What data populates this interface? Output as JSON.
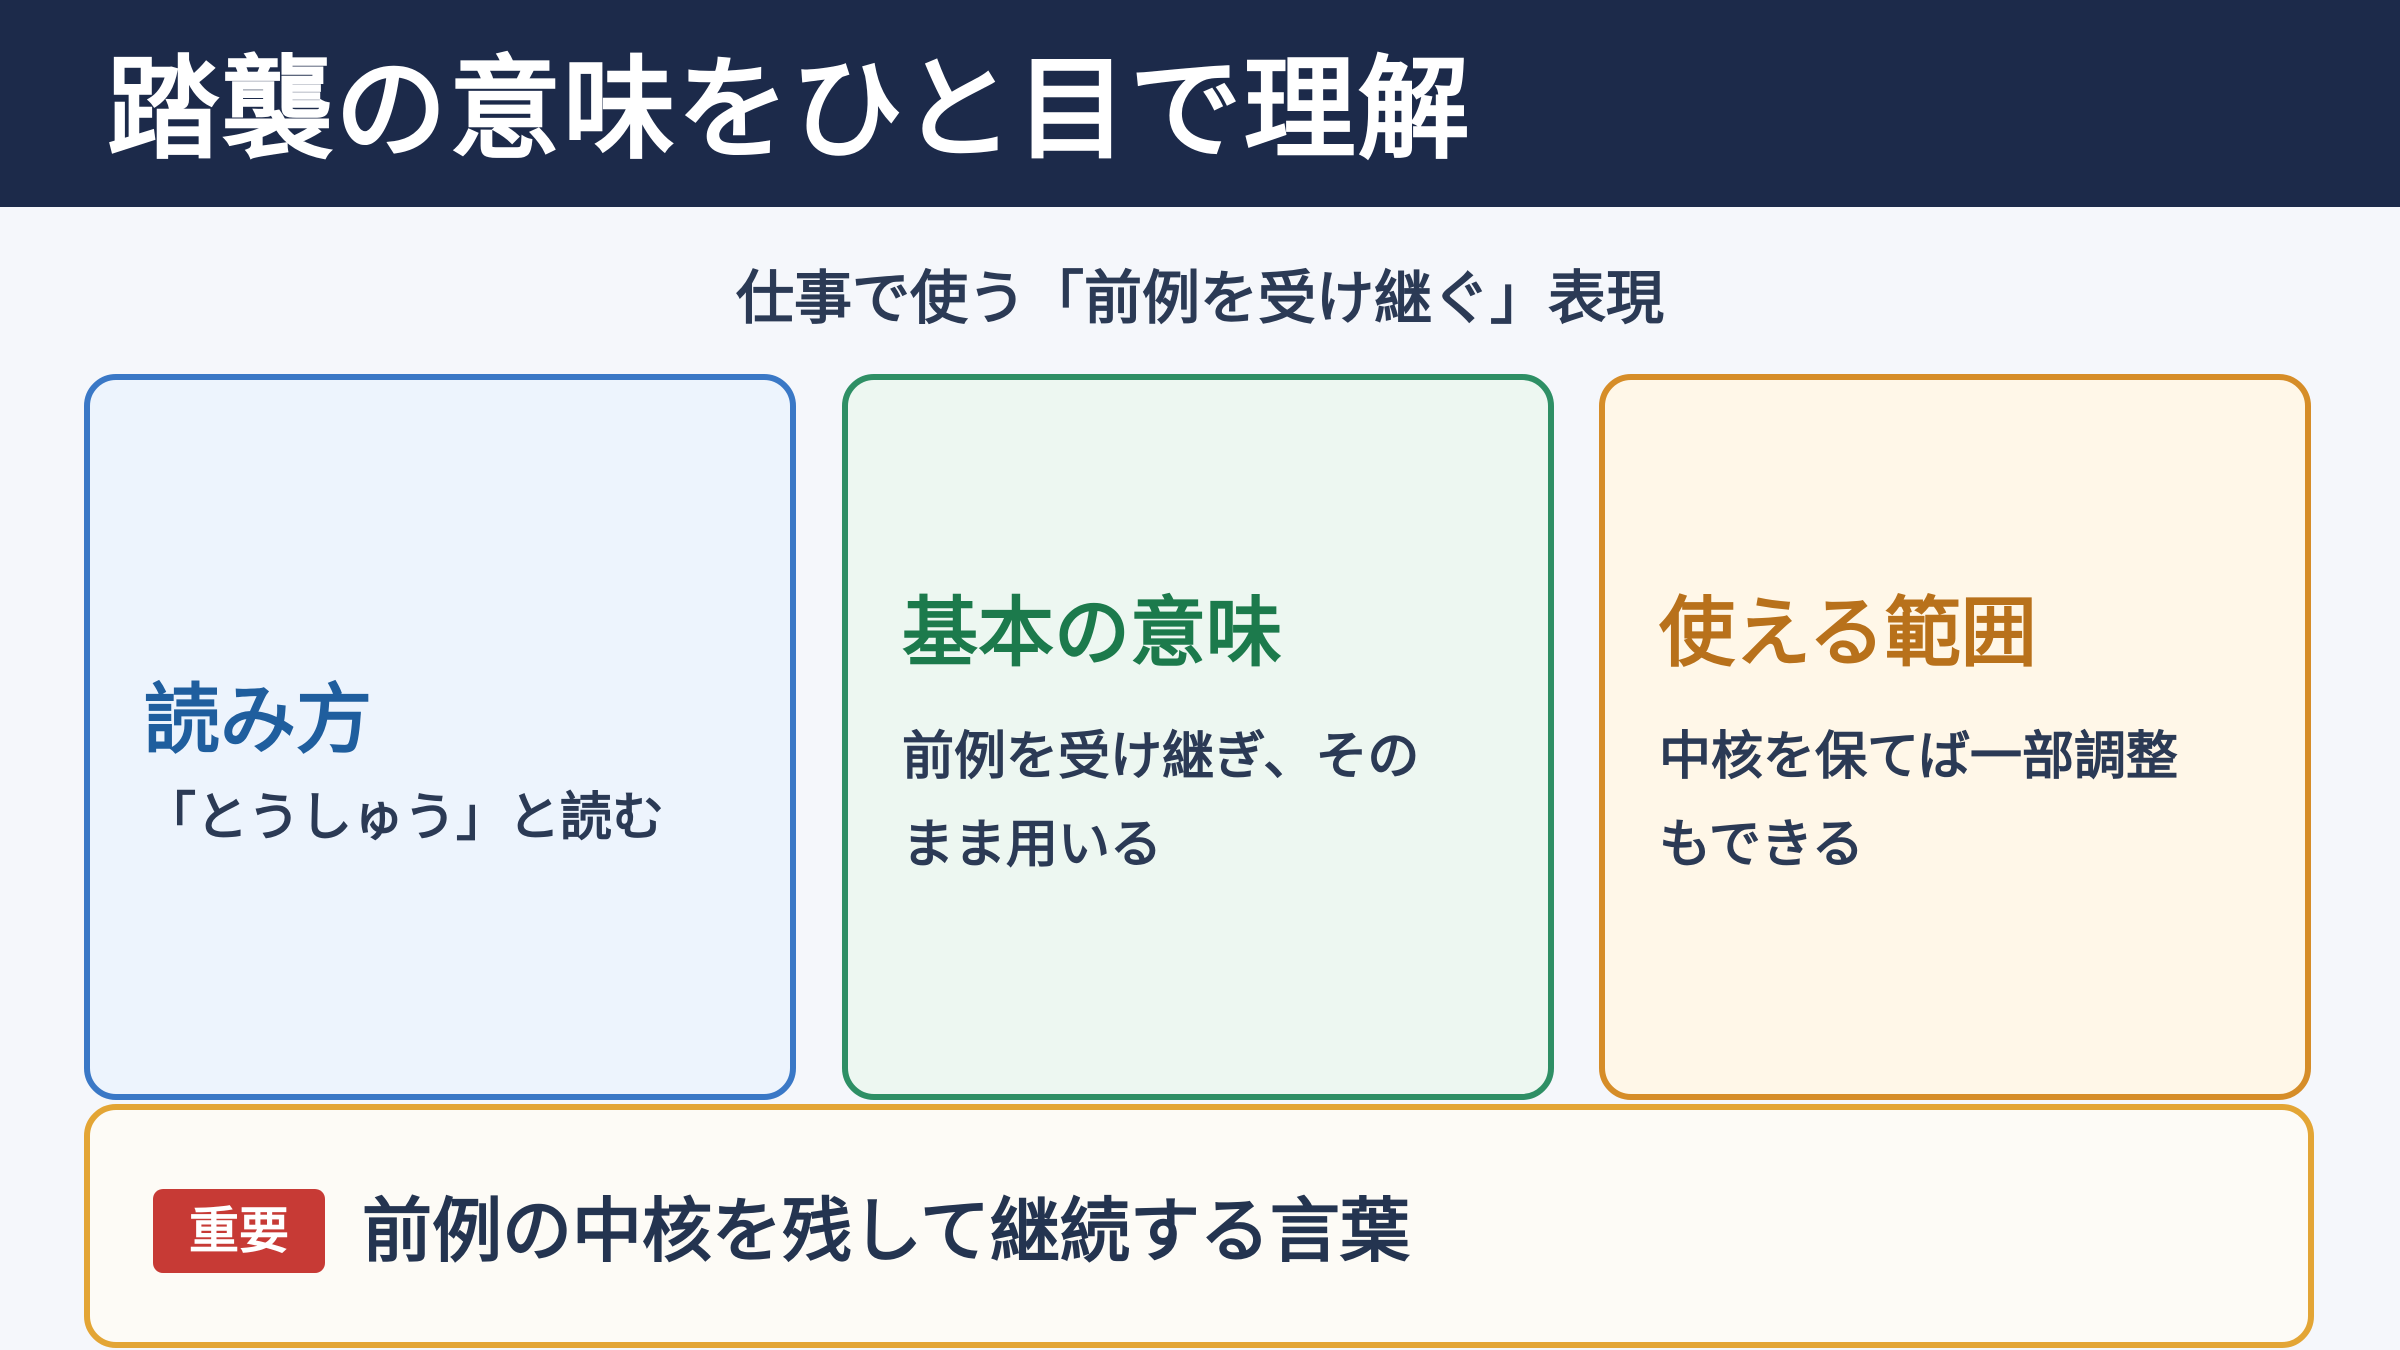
{
  "header": {
    "title": "踏襲の意味をひと目で理解",
    "background_color": "#1c2a4a"
  },
  "subtitle": "仕事で使う「前例を受け継ぐ」表現",
  "cards": [
    {
      "heading": "読み方",
      "text": "「とうしゅう」と読む",
      "accent_color": "#3a78c6"
    },
    {
      "heading": "基本の意味",
      "text": "前例を受け継ぎ、その\nまま用いる",
      "accent_color": "#2e8f65"
    },
    {
      "heading": "使える範囲",
      "text": "中核を保てば一部調整\nもできる",
      "accent_color": "#d68d28"
    }
  ],
  "important": {
    "badge": "重要",
    "text": "前例の中核を残して継続する言葉",
    "badge_color": "#c73a35",
    "border_color": "#e3a535"
  }
}
